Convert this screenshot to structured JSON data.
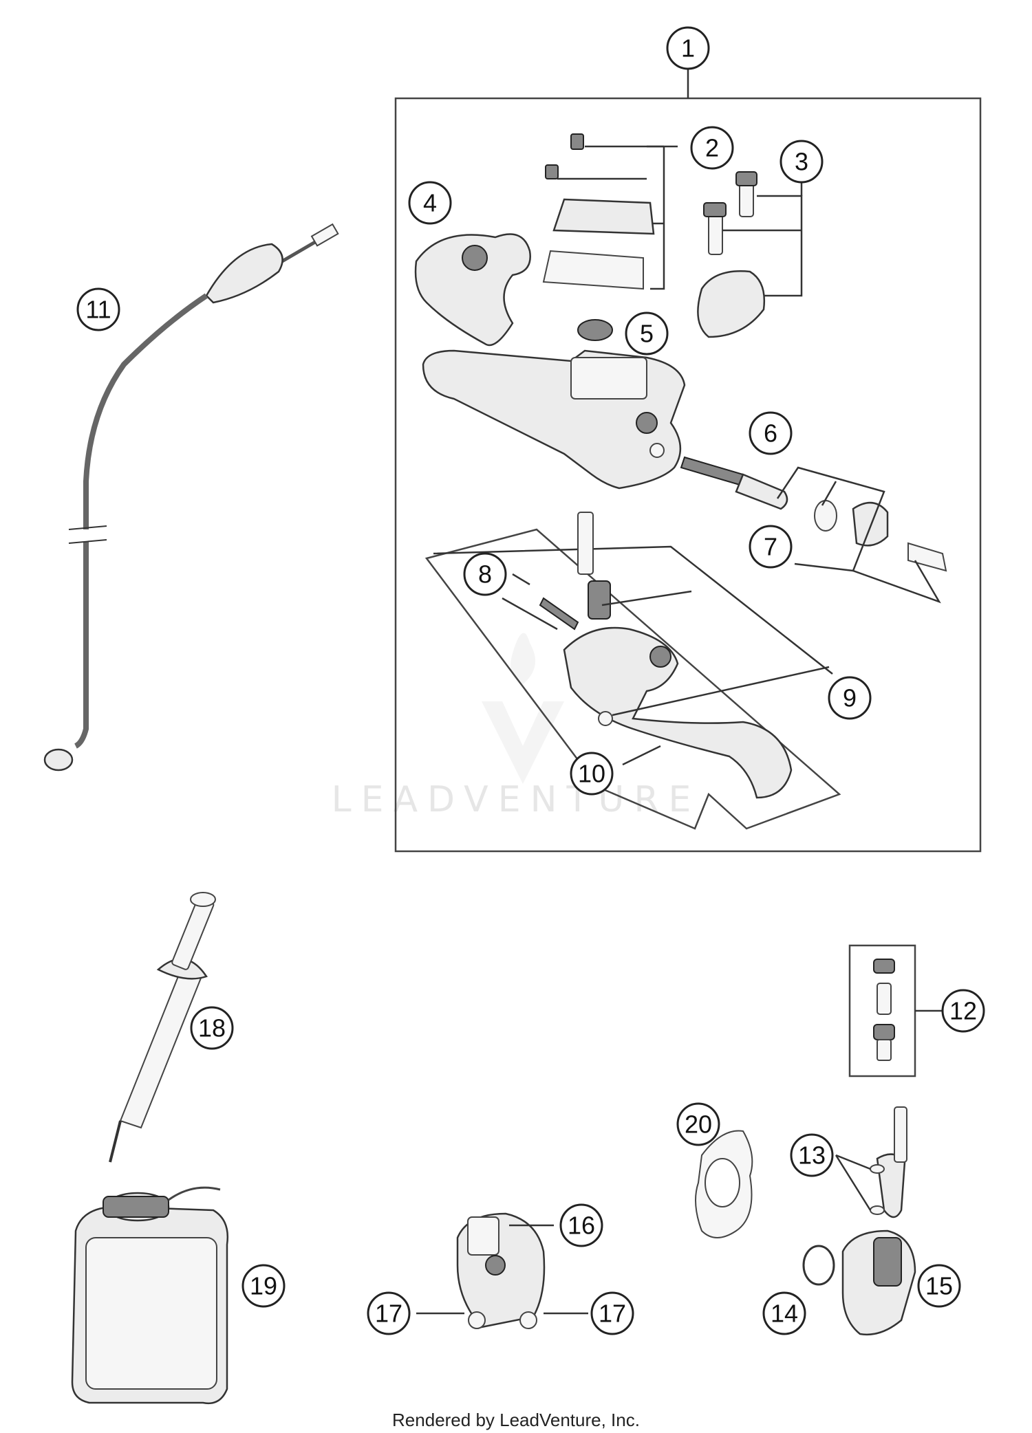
{
  "callouts": [
    "1",
    "2",
    "3",
    "4",
    "5",
    "6",
    "7",
    "8",
    "9",
    "10",
    "11",
    "12",
    "13",
    "14",
    "15",
    "16",
    "17",
    "17",
    "18",
    "19",
    "20"
  ],
  "watermark": "LEADVENTURE",
  "footer": "Rendered by LeadVenture, Inc."
}
